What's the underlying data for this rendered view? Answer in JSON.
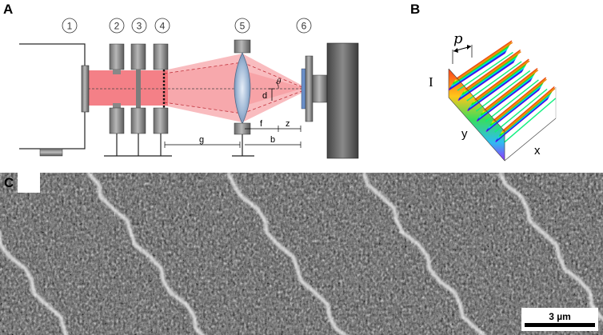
{
  "panels": {
    "a": "A",
    "b": "B",
    "c": "C"
  },
  "components": [
    "1",
    "2",
    "3",
    "4",
    "5",
    "6"
  ],
  "dimensions": {
    "g": "g",
    "b": "b",
    "f": "f",
    "z": "z",
    "d": "d",
    "theta": "θ"
  },
  "panel_b": {
    "period": "p",
    "intensity": "I",
    "y": "y",
    "x": "x"
  },
  "scale_bar": "3 µm",
  "colors": {
    "beam": "#f26a72",
    "metal_light": "#b0b0b0",
    "metal_dark": "#5a5a5a"
  }
}
